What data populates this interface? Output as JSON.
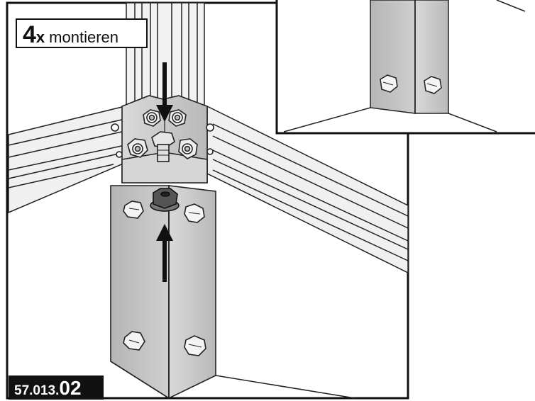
{
  "instruction": {
    "quantity": "4",
    "multiplier": "x",
    "verb": "montieren"
  },
  "part_code": {
    "prefix": "57.013.",
    "suffix": "02"
  },
  "colors": {
    "line": "#1a1a1a",
    "metal": "#c4c4c4",
    "metal_dark": "#9a9a9a",
    "background": "#ffffff",
    "badge": "#111111"
  },
  "icons": [
    "hex-bolt-icon",
    "hex-nut-icon",
    "down-arrow-icon",
    "up-arrow-icon"
  ]
}
